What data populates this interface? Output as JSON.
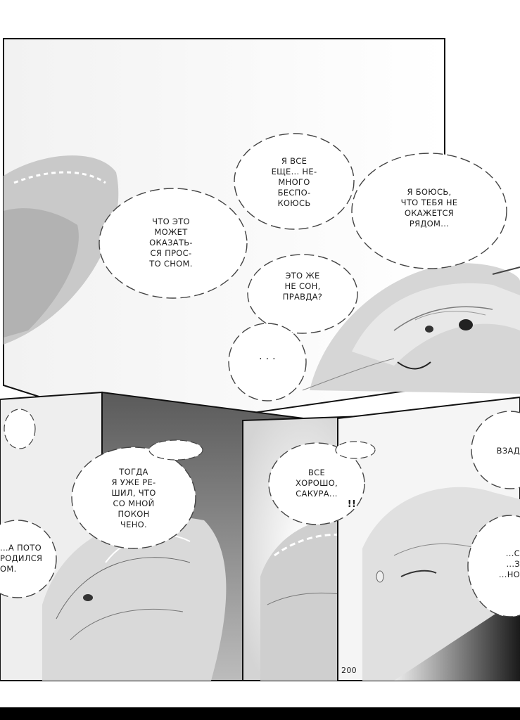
{
  "panels": {
    "panel_1": {
      "bubble_worry": "я все\nеще... не-\nмного\nбеспо-\nкоюсь",
      "bubble_dream": "что это\nможет\nоказать-\nся прос-\nто сном.",
      "bubble_afraid": "я боюсь,\nчто тебя не\nокажется\nрядом...",
      "bubble_not_dream": "это же\nне сон,\nправда?",
      "dots": ". . ."
    },
    "panel_2": {
      "bubble_partial_left": "...а пото\nродился\nом.",
      "bubble_then": "тогда\nя уже ре-\nшил, что\nсо мной\nпокон\nчено."
    },
    "panel_3": {
      "bubble_all_good": "все\nхорошо,\nсакура...",
      "sfx": "!!"
    },
    "panel_4": {
      "bubble_partial_right_top": "взад",
      "bubble_partial_right_bottom": "...с\n...з\n...но"
    },
    "page_number": "200"
  }
}
